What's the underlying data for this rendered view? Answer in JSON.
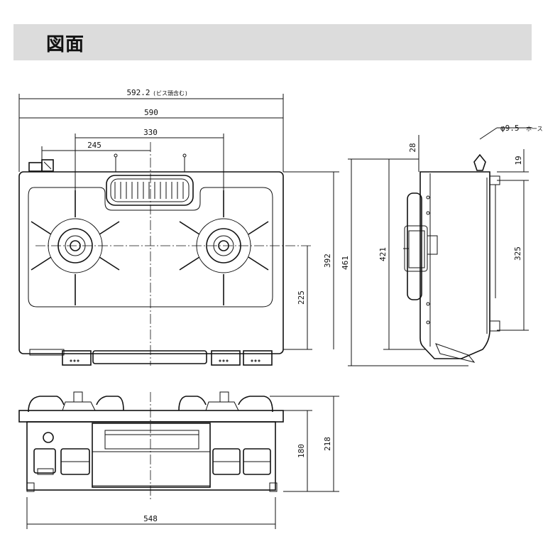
{
  "header": {
    "title": "図面"
  },
  "dimensions": {
    "overall_width_incl_screw": "592.2",
    "overall_width_note": "(ビス頭含む)",
    "overall_width": "590",
    "burner_pitch": "330",
    "left_burner_offset": "245",
    "burner_center_depth": "225",
    "top_plate_depth": "392",
    "overall_depth": "461",
    "side_depth": "421",
    "side_upper_offset": "28",
    "gas_inlet_diameter": "φ9.5",
    "gas_inlet_note": "ホース",
    "gas_inlet_height": "19",
    "side_rear_depth": "325",
    "body_width": "548",
    "body_height": "180",
    "overall_height": "218"
  }
}
